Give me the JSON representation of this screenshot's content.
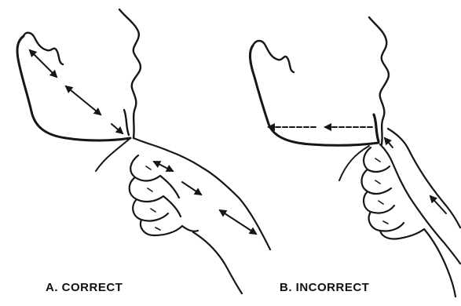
{
  "figure": {
    "panels": [
      {
        "id": "A",
        "label": "A. CORRECT"
      },
      {
        "id": "B",
        "label": "B. INCORRECT"
      }
    ]
  },
  "colors": {
    "ink": "#161616",
    "background": "#ffffff"
  }
}
